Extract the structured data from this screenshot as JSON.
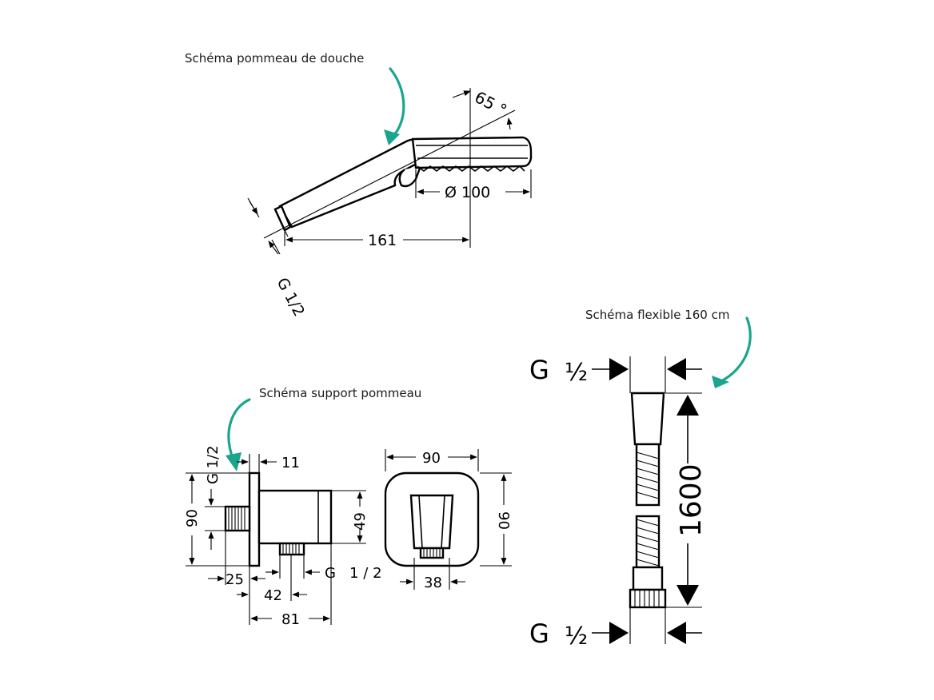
{
  "captions": {
    "shower_head": "Schéma pommeau de douche",
    "wall_support": "Schéma support pommeau",
    "hose": "Schéma flexible 160 cm"
  },
  "shower_head": {
    "angle": "65 °",
    "diameter": "Ø 100",
    "length": "161",
    "thread": "G 1/2"
  },
  "wall_support": {
    "thread_top": "G 1/2",
    "dim_11": "11",
    "dim_90_left": "90",
    "dim_49": "49",
    "dim_25": "25",
    "dim_42": "42",
    "dim_81": "81",
    "thread_bottom": "G   1 / 2",
    "front_width": "90",
    "front_height": "90",
    "front_38": "38"
  },
  "hose": {
    "thread_top_g": "G",
    "thread_top_half": "½",
    "length": "1600",
    "thread_bottom_g": "G",
    "thread_bottom_half": "½"
  },
  "colors": {
    "accent_arrow": "#1aa58c",
    "line": "#000000"
  }
}
